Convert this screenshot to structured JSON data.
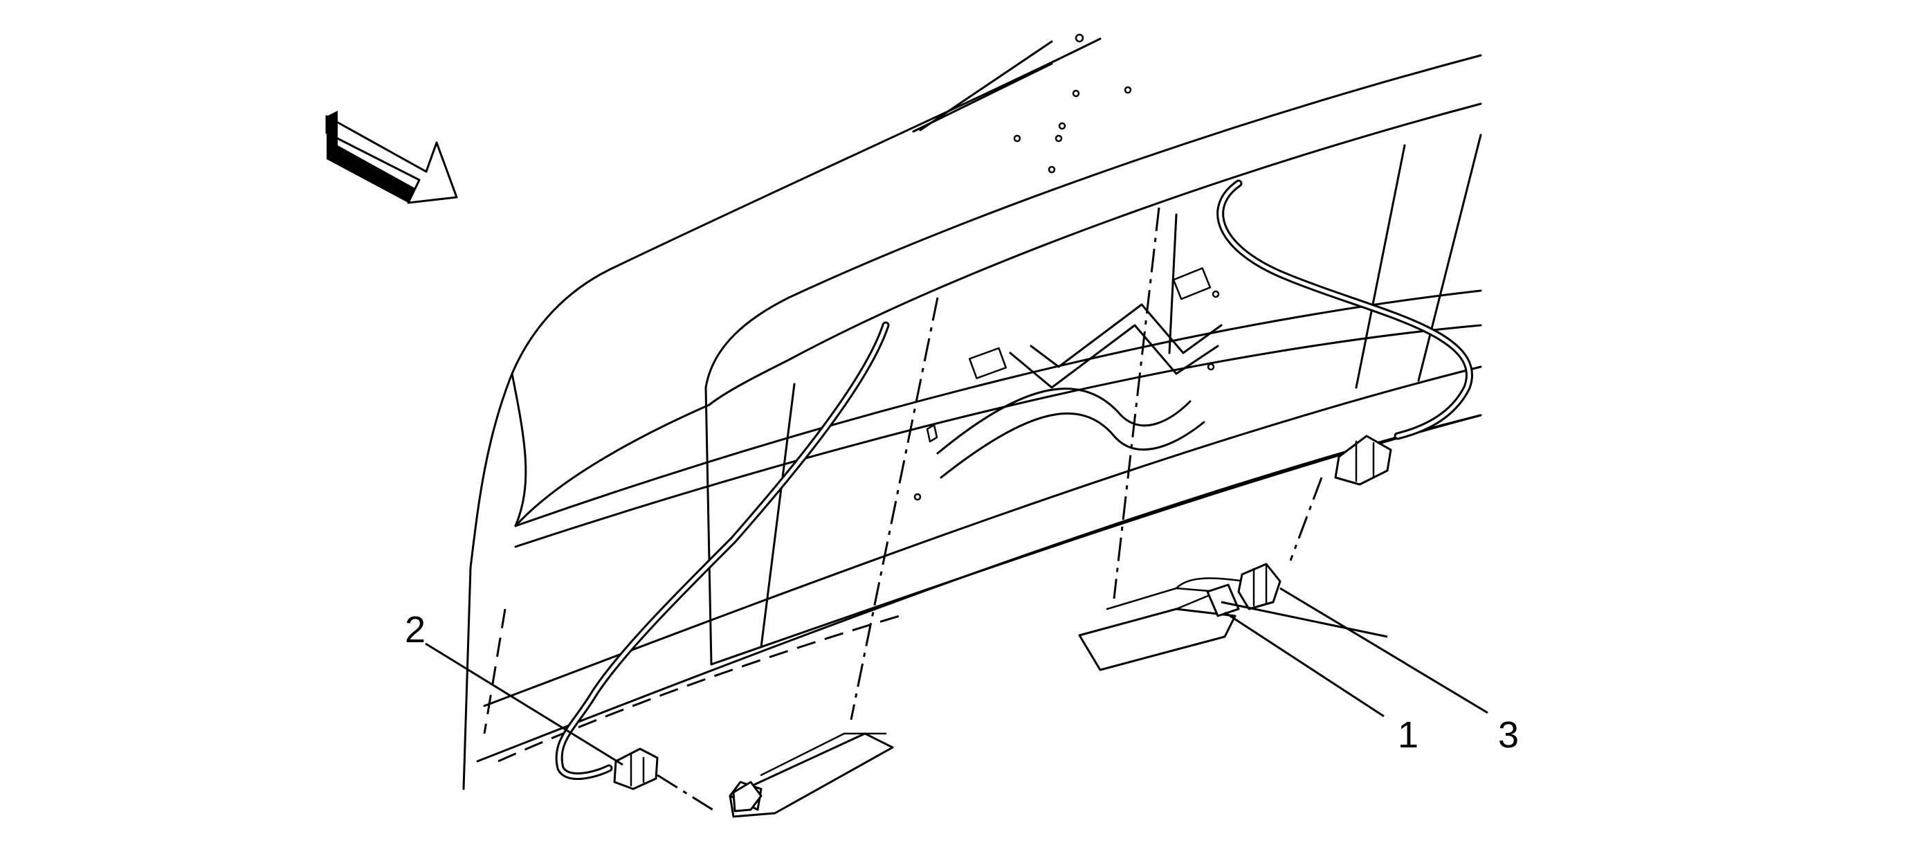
{
  "callouts": {
    "label_1": "1",
    "label_2": "2",
    "label_3": "3"
  },
  "colors": {
    "line": "#000000",
    "background": "#ffffff"
  },
  "icons": {
    "direction_arrow": "forward-direction-arrow-icon"
  }
}
